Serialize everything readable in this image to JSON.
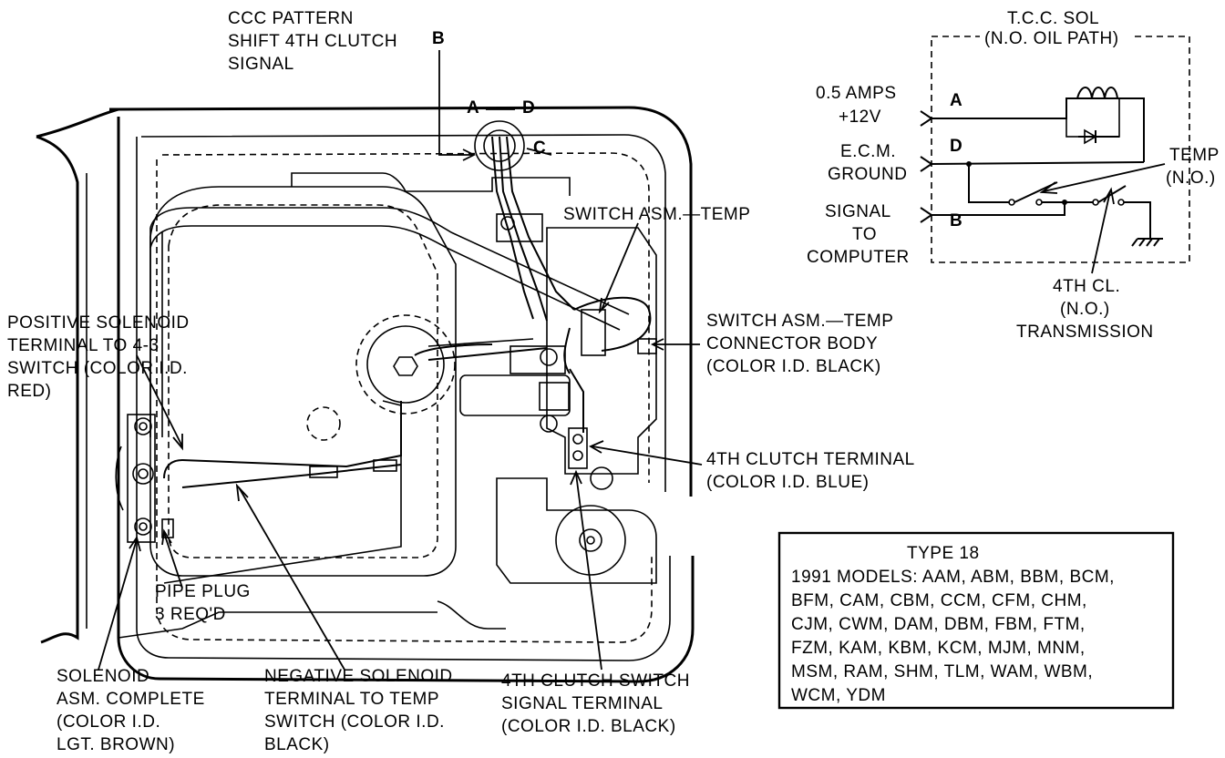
{
  "labels": {
    "ccc_pattern": [
      "CCC PATTERN",
      "SHIFT 4TH CLUTCH",
      "SIGNAL"
    ],
    "point_b_top": "B",
    "point_a": "A",
    "point_d": "D",
    "point_c": "C",
    "switch_temp": "SWITCH ASM.—TEMP",
    "switch_temp_connector": [
      "SWITCH ASM.—TEMP",
      "CONNECTOR BODY",
      "(COLOR I.D. BLACK)"
    ],
    "positive_solenoid": [
      "POSITIVE SOLENOID",
      "TERMINAL TO 4-3",
      "SWITCH (COLOR I.D.",
      "RED)"
    ],
    "fourth_clutch_terminal": [
      "4TH CLUTCH TERMINAL",
      "(COLOR I.D. BLUE)"
    ],
    "pipe_plug": [
      "PIPE PLUG",
      "3 REQ'D"
    ],
    "solenoid_asm": [
      "SOLENOID",
      "ASM. COMPLETE",
      "(COLOR I.D.",
      "LGT. BROWN)"
    ],
    "negative_solenoid": [
      "NEGATIVE SOLENOID",
      "TERMINAL TO TEMP",
      "SWITCH (COLOR I.D.",
      "BLACK)"
    ],
    "fourth_clutch_switch": [
      "4TH CLUTCH SWITCH",
      "SIGNAL TERMINAL",
      "(COLOR I.D. BLACK)"
    ]
  },
  "schematic": {
    "title": [
      "T.C.C. SOL",
      "(N.O. OIL PATH)"
    ],
    "amps": [
      "0.5 AMPS",
      "+12V"
    ],
    "ecm": [
      "E.C.M.",
      "GROUND"
    ],
    "signal": [
      "SIGNAL",
      "TO",
      "COMPUTER"
    ],
    "terminal_a": "A",
    "terminal_d": "D",
    "terminal_b": "B",
    "temp": [
      "TEMP",
      "(N.O.)"
    ],
    "fourth_cl": [
      "4TH CL.",
      "(N.O.)",
      "TRANSMISSION"
    ]
  },
  "type_box": {
    "lines": [
      "TYPE 18",
      "1991 MODELS: AAM, ABM, BBM, BCM,",
      "BFM, CAM, CBM, CCM, CFM, CHM,",
      "CJM, CWM, DAM, DBM, FBM, FTM,",
      "FZM, KAM, KBM, KCM, MJM, MNM,",
      "MSM, RAM, SHM, TLM, WAM, WBM,",
      "WCM, YDM"
    ]
  }
}
